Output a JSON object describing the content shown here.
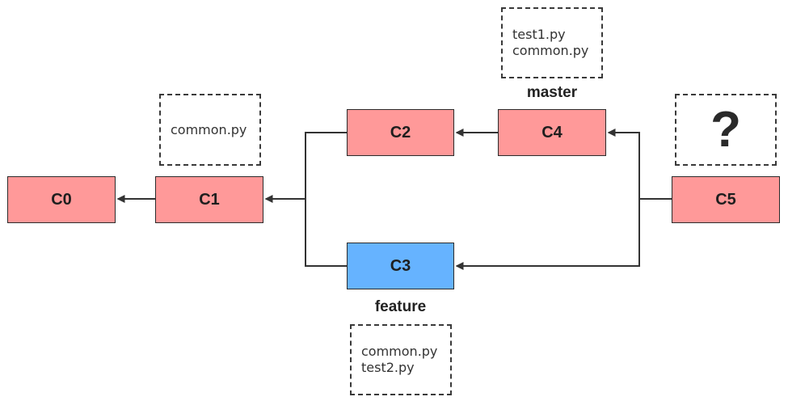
{
  "commits": {
    "c0": {
      "label": "C0",
      "color": "#ff9999"
    },
    "c1": {
      "label": "C1",
      "color": "#ff9999"
    },
    "c2": {
      "label": "C2",
      "color": "#ff9999"
    },
    "c3": {
      "label": "C3",
      "color": "#66b3ff"
    },
    "c4": {
      "label": "C4",
      "color": "#ff9999"
    },
    "c5": {
      "label": "C5",
      "color": "#ff9999"
    }
  },
  "branches": {
    "master": "master",
    "feature": "feature"
  },
  "notes": {
    "c1": {
      "lines": [
        "common.py"
      ]
    },
    "c4": {
      "lines": [
        "test1.py",
        "common.py"
      ]
    },
    "c3": {
      "lines": [
        "common.py",
        "test2.py"
      ]
    },
    "c5": {
      "symbol": "?"
    }
  },
  "edges": [
    {
      "from": "C1",
      "to": "C0"
    },
    {
      "from": "C2",
      "to": "C1"
    },
    {
      "from": "C3",
      "to": "C1"
    },
    {
      "from": "C4",
      "to": "C2"
    },
    {
      "from": "C5",
      "to": "C4"
    },
    {
      "from": "C5",
      "to": "C3"
    }
  ]
}
